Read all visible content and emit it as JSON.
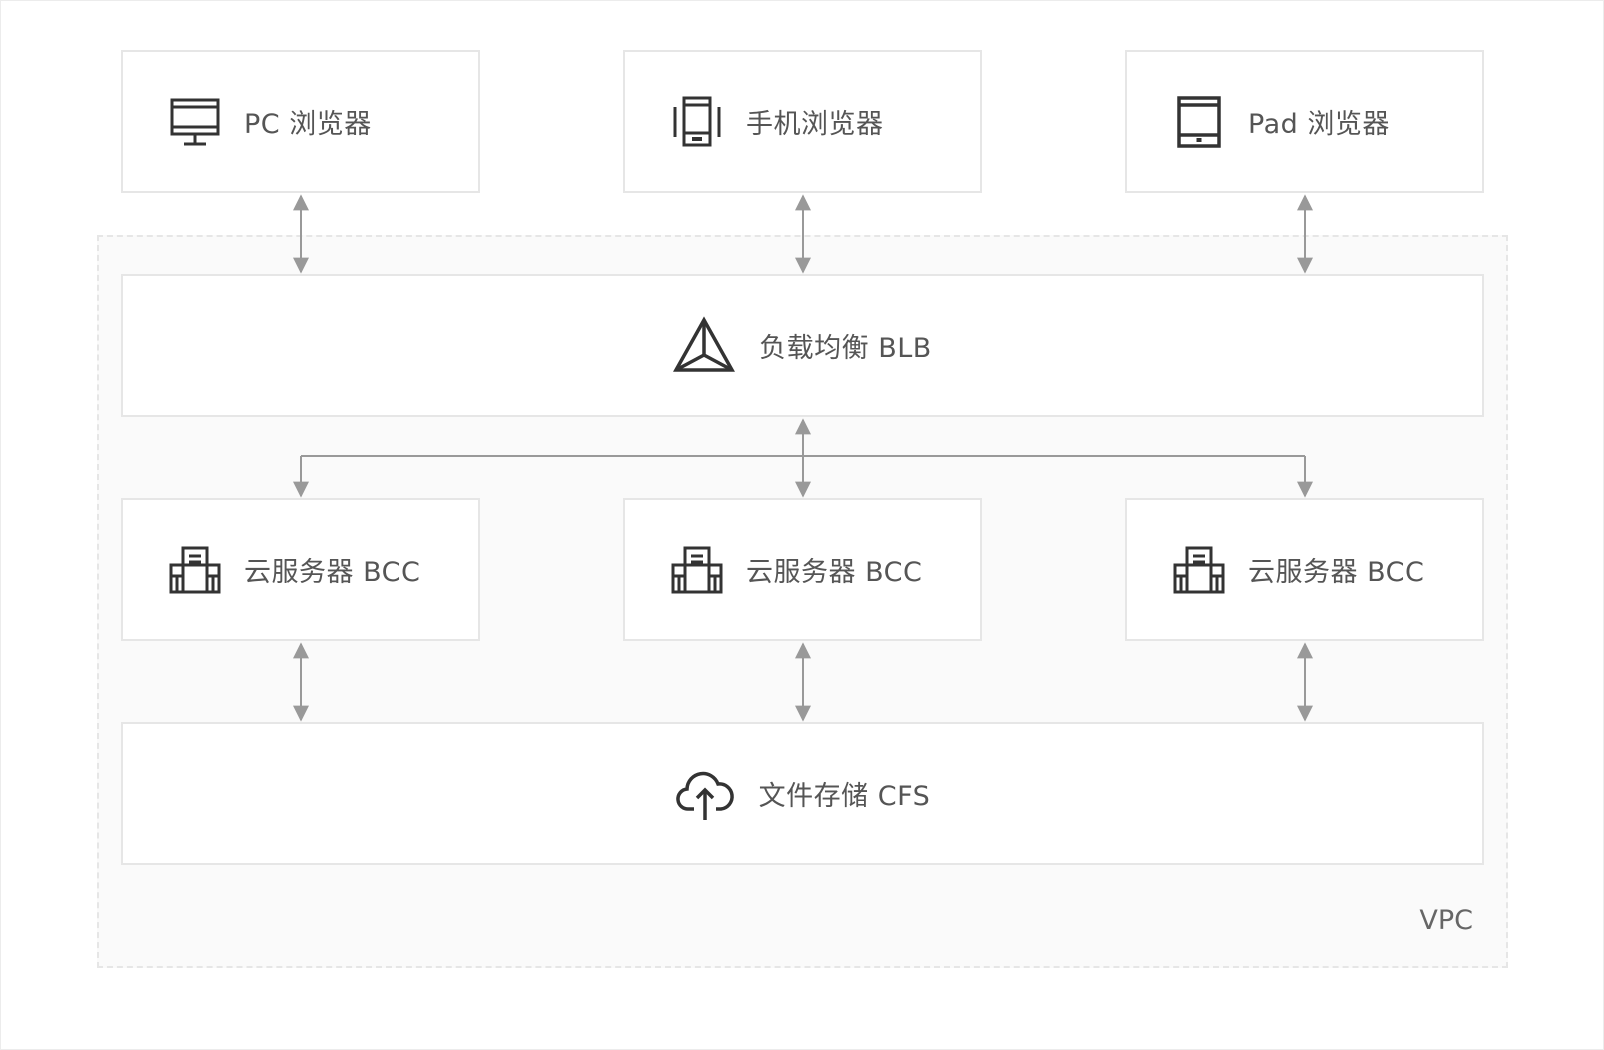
{
  "clients": [
    {
      "label": "PC 浏览器",
      "icon": "desktop-monitor-icon"
    },
    {
      "label": "手机浏览器",
      "icon": "mobile-phone-icon"
    },
    {
      "label": "Pad 浏览器",
      "icon": "tablet-icon"
    }
  ],
  "load_balancer": {
    "label": "负载均衡 BLB",
    "icon": "triangle-pyramid-icon"
  },
  "servers": [
    {
      "label": "云服务器 BCC",
      "icon": "server-building-icon"
    },
    {
      "label": "云服务器 BCC",
      "icon": "server-building-icon"
    },
    {
      "label": "云服务器 BCC",
      "icon": "server-building-icon"
    }
  ],
  "storage": {
    "label": "文件存储 CFS",
    "icon": "cloud-upload-icon"
  },
  "vpc": {
    "label": "VPC"
  },
  "colors": {
    "border": "#e6e6e6",
    "vpc_bg": "#fafafa",
    "arrow": "#999999",
    "icon": "#333333",
    "text": "#555555"
  }
}
